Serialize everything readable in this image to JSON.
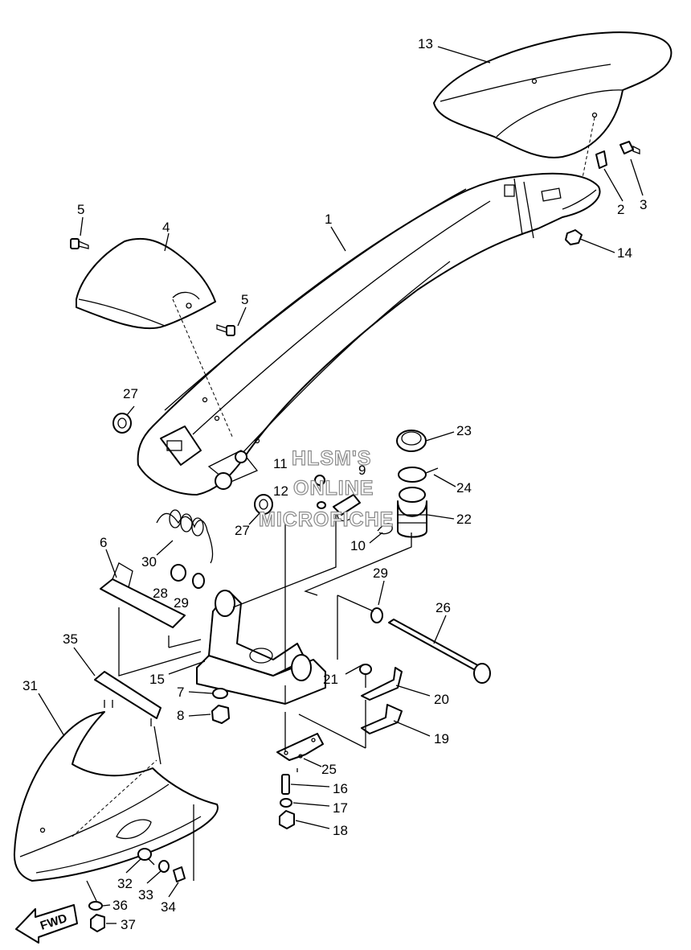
{
  "watermark": {
    "line1": "HLSM'S",
    "line2": "ONLINE",
    "line3": "MICROFICHE"
  },
  "direction_arrow": {
    "label": "FWD"
  },
  "callouts": [
    "13",
    "3",
    "2",
    "14",
    "1",
    "5",
    "4",
    "5",
    "27",
    "23",
    "11",
    "9",
    "24",
    "12",
    "22",
    "27",
    "10",
    "30",
    "6",
    "28",
    "29",
    "29",
    "26",
    "35",
    "15",
    "21",
    "20",
    "31",
    "7",
    "8",
    "19",
    "25",
    "16",
    "17",
    "18",
    "32",
    "33",
    "34",
    "36",
    "37"
  ]
}
